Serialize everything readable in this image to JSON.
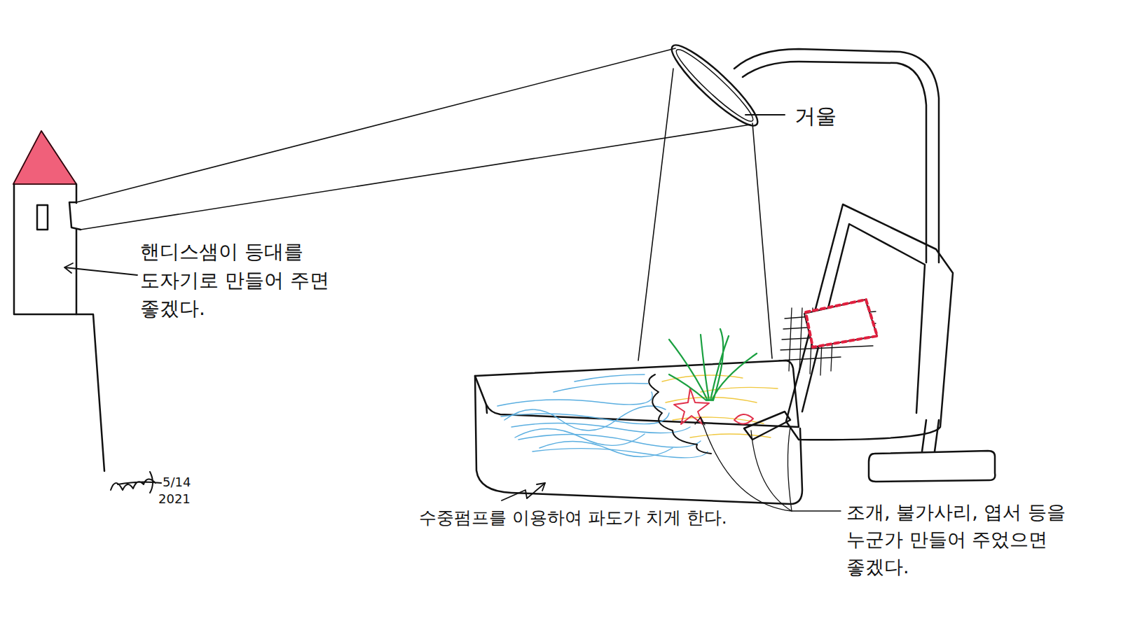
{
  "diagram": {
    "labels": [
      "거울",
      "핸디스샘이 등대를 도자기로 만들어 주면 좋겠다.",
      "수중펌프를 이용하여 파도가 치게 한다.",
      "조개, 불가사리, 엽서 등을 누군가 만들어 주었으면 좋겠다.",
      "5/14",
      "2021"
    ]
  }
}
